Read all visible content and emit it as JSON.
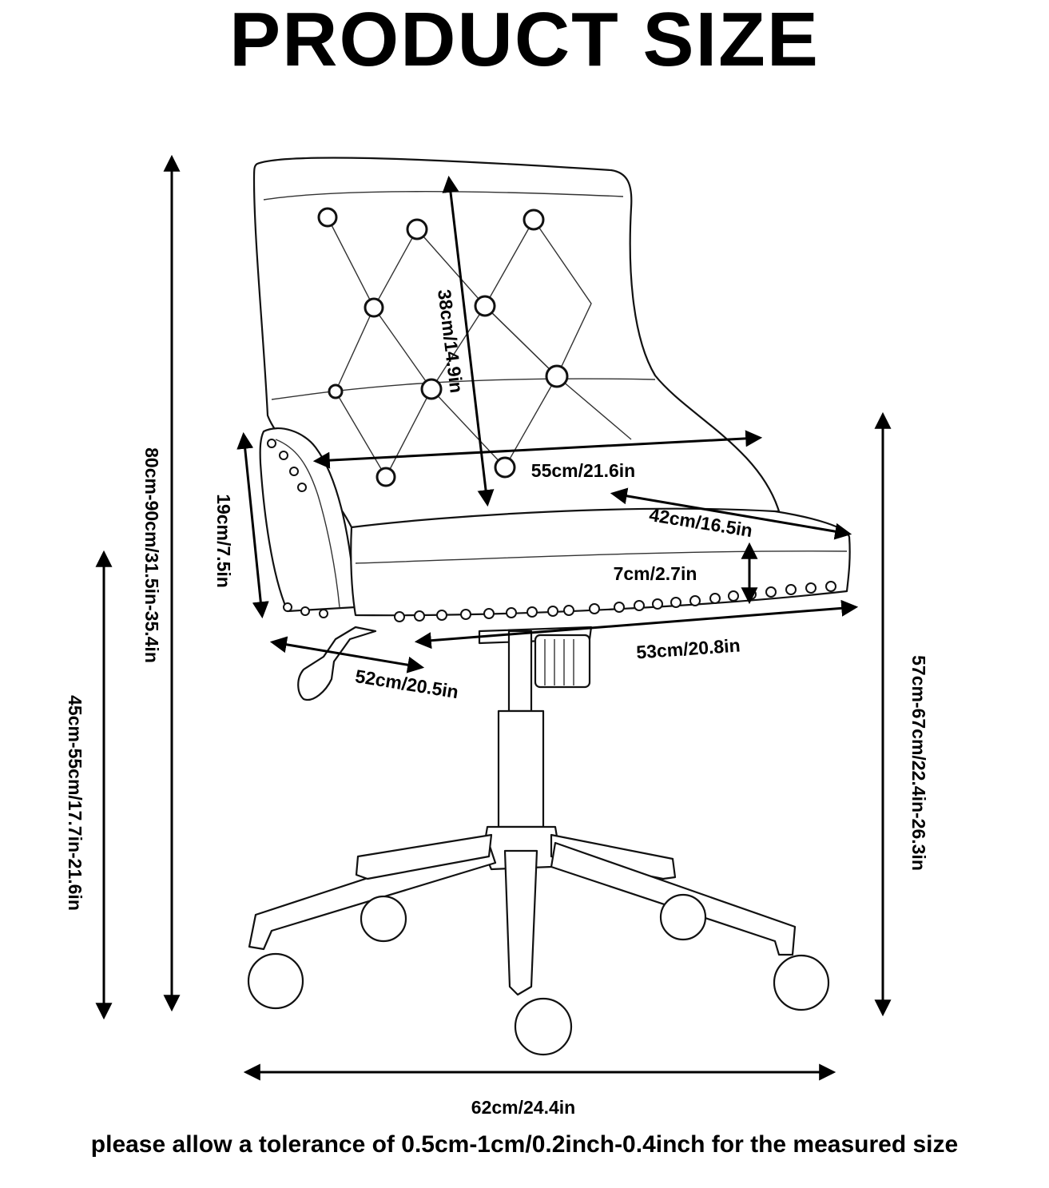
{
  "title": "PRODUCT SIZE",
  "dimensions": {
    "total_height": "80cm-90cm/31.5in-35.4in",
    "seat_height": "45cm-55cm/17.7in-21.6in",
    "armrest_height": "19cm/7.5in",
    "back_height": "38cm/14.9in",
    "back_width": "55cm/21.6in",
    "seat_depth": "42cm/16.5in",
    "seat_thickness": "7cm/2.7in",
    "seat_width": "53cm/20.8in",
    "overall_depth": "52cm/20.5in",
    "armrest_top_height": "57cm-67cm/22.4in-26.3in",
    "base_width": "62cm/24.4in"
  },
  "footer": "please allow a tolerance of 0.5cm-1cm/0.2inch-0.4inch for the measured size"
}
